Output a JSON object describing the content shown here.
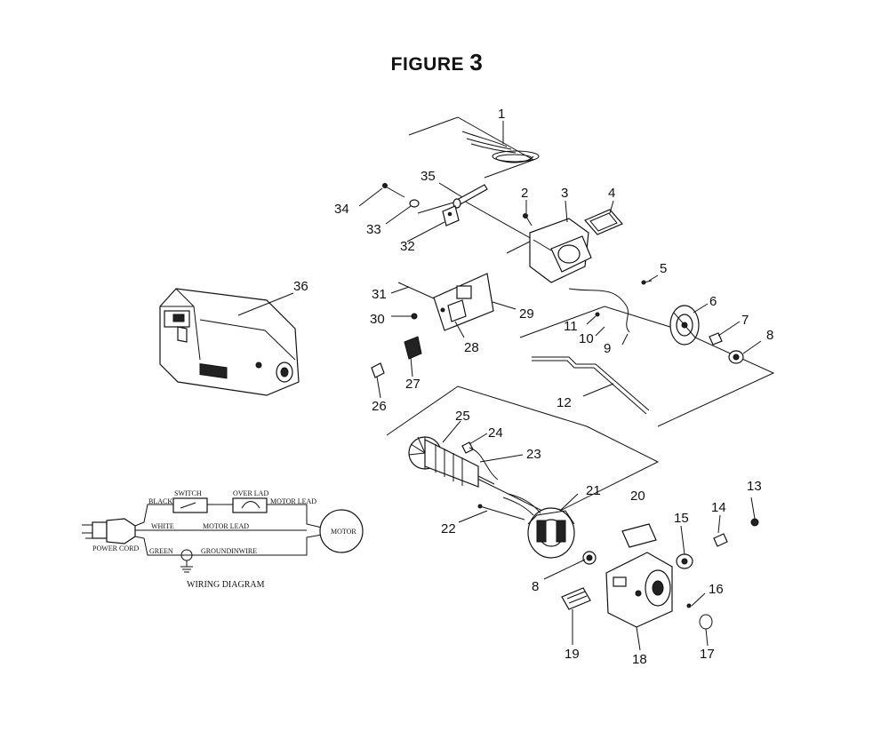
{
  "figure": {
    "title_word": "FIGURE",
    "title_number": "3"
  },
  "callouts": [
    "1",
    "2",
    "3",
    "4",
    "5",
    "6",
    "7",
    "8",
    "9",
    "10",
    "11",
    "12",
    "13",
    "14",
    "15",
    "16",
    "17",
    "18",
    "19",
    "20",
    "21",
    "22",
    "23",
    "24",
    "25",
    "26",
    "27",
    "28",
    "29",
    "30",
    "31",
    "32",
    "33",
    "34",
    "35",
    "36",
    "8"
  ],
  "wiring": {
    "black": "BLACK",
    "switch": "SWITCH",
    "overload": "OVER LAD",
    "motor_lead_top": "MOTOR LEAD",
    "white": "WHITE",
    "motor_lead_mid": "MOTOR LEAD",
    "motor": "MOTOR",
    "power_cord": "POWER CORD",
    "green": "GREEN",
    "ground_wire": "GROUNDINWIRE",
    "title": "WIRING DIAGRAM"
  }
}
